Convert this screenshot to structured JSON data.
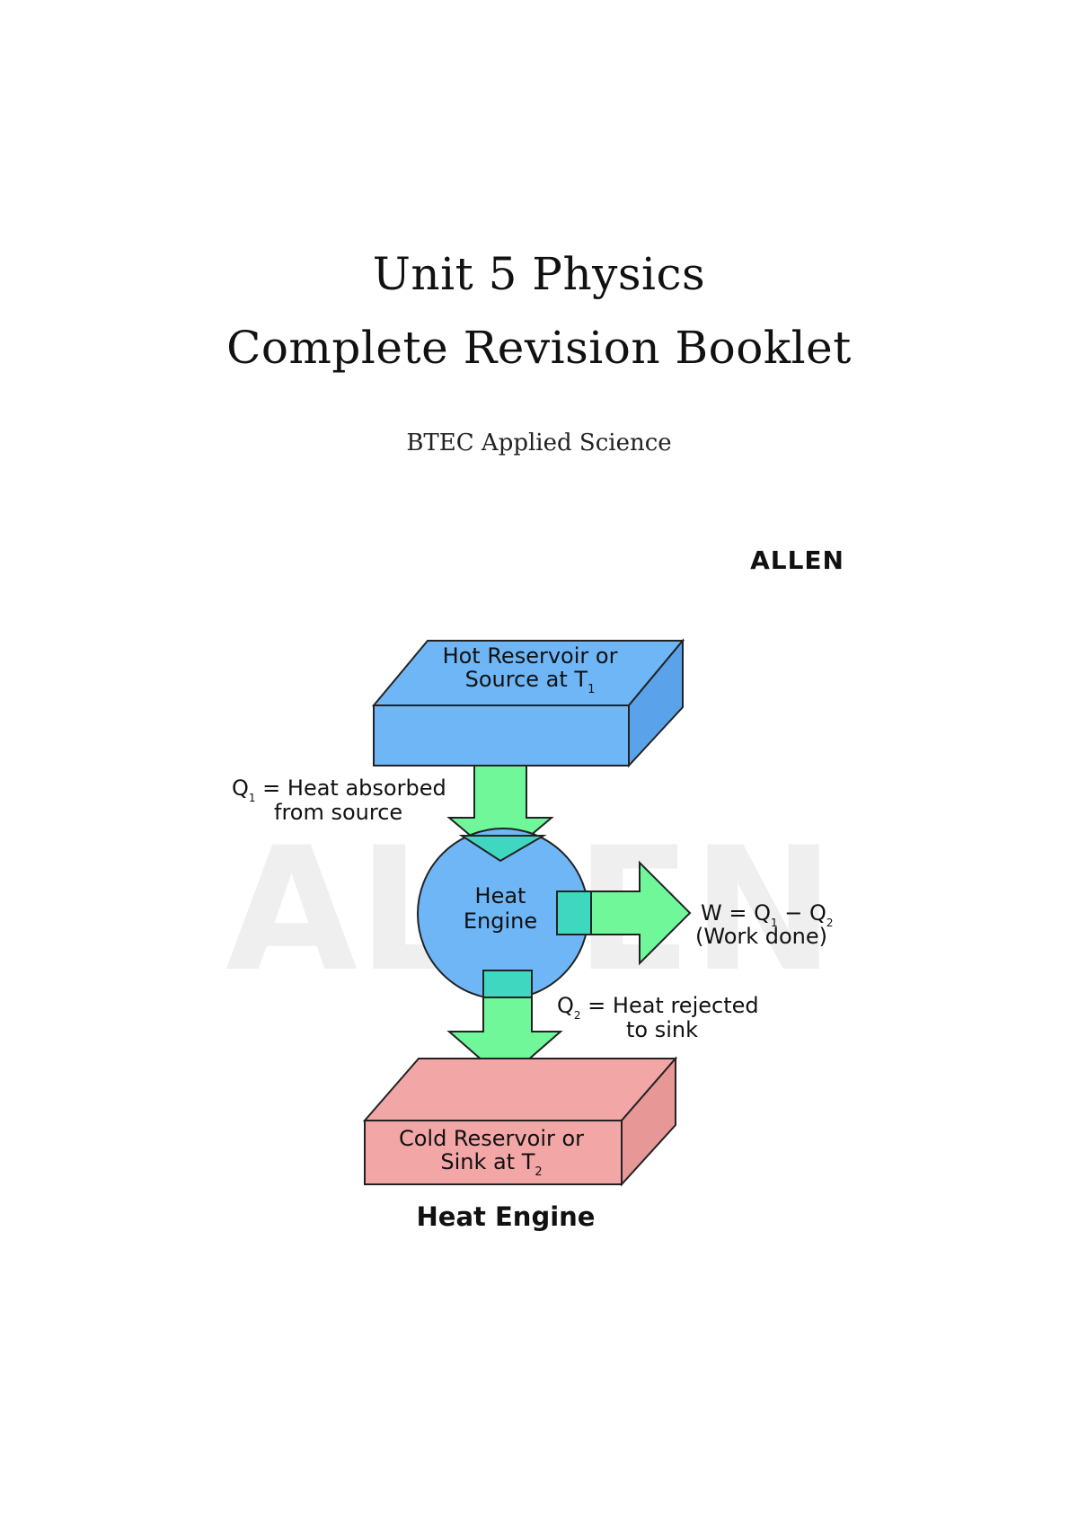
{
  "document": {
    "title_line1": "Unit 5 Physics",
    "title_line2": "Complete Revision Booklet",
    "subtitle": "BTEC Applied Science"
  },
  "logo": {
    "text": "ALLEN"
  },
  "diagram": {
    "hot_reservoir": {
      "line1": "Hot Reservoir or",
      "line2": "Source at T",
      "sub": "1",
      "color": "#6fb6f7"
    },
    "q1_label": {
      "prefix": "Q",
      "sub": "1",
      "line1_rest": " = Heat absorbed",
      "line2": "from source"
    },
    "engine": {
      "line1": "Heat",
      "line2": "Engine",
      "color": "#6fb6f7"
    },
    "work_label": {
      "w": "W = Q",
      "sub1": "1",
      "minus": " − Q",
      "sub2": "2",
      "line2": "(Work done)"
    },
    "q2_label": {
      "prefix": "Q",
      "sub": "2",
      "line1_rest": " = Heat rejected",
      "line2": "to sink"
    },
    "cold_reservoir": {
      "line1": "Cold Reservoir or",
      "line2": "Sink at T",
      "sub": "2",
      "color": "#f2a6a6"
    },
    "caption": "Heat Engine",
    "arrow_color": "#6ff79a",
    "overlap_color": "#3fd7c0"
  }
}
